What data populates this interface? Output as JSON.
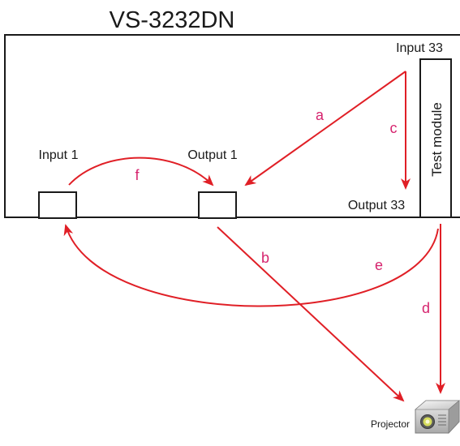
{
  "title": "VS-3232DN",
  "device_labels": {
    "input_33": "Input 33",
    "output_33": "Output 33",
    "input_1": "Input 1",
    "output_1": "Output 1",
    "test_module": "Test module",
    "projector": "Projector"
  },
  "path_labels": {
    "a": "a",
    "b": "b",
    "c": "c",
    "d": "d",
    "e": "e",
    "f": "f"
  },
  "colors": {
    "outline": "#1a1a1a",
    "arrow": "#e01f26",
    "path_label": "#d6246e"
  },
  "icons": {
    "projector": "projector-icon"
  }
}
